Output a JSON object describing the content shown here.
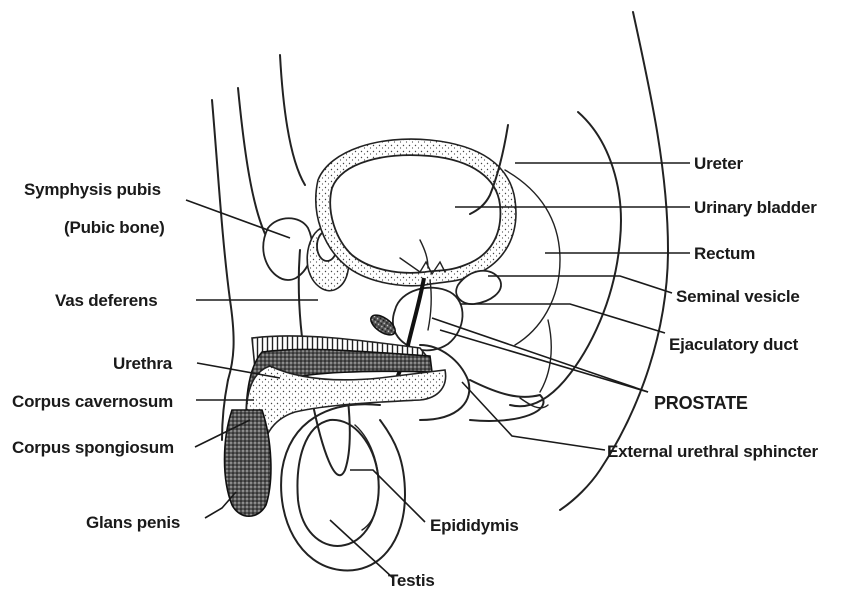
{
  "labels": {
    "ureter": "Ureter",
    "urinary_bladder": "Urinary bladder",
    "rectum": "Rectum",
    "seminal_vesicle": "Seminal vesicle",
    "ejaculatory_duct": "Ejaculatory duct",
    "prostate": "PROSTATE",
    "external_urethral_sphincter": "External urethral sphincter",
    "epididymis": "Epididymis",
    "testis": "Testis",
    "glans_penis": "Glans penis",
    "corpus_spongiosum": "Corpus spongiosum",
    "corpus_cavernosum": "Corpus cavernosum",
    "urethra": "Urethra",
    "vas_deferens": "Vas deferens",
    "symphysis_pubis": "Symphysis pubis",
    "pubic_bone": "(Pubic bone)"
  },
  "colors": {
    "ink": "#1a1a1a",
    "background": "#ffffff"
  }
}
